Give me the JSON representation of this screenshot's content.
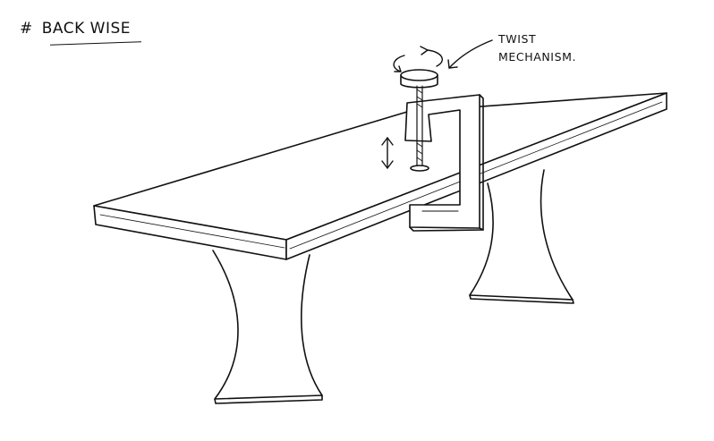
{
  "title": {
    "hash": "#",
    "text": "BACK WISE"
  },
  "annotation": {
    "line1": "TWIST",
    "line2": "MECHANISM."
  },
  "colors": {
    "ink": "#111111",
    "paper": "#ffffff"
  },
  "icons": [
    "rotation-arrows-icon",
    "vertical-double-arrow-icon",
    "pointer-arrow-icon"
  ]
}
